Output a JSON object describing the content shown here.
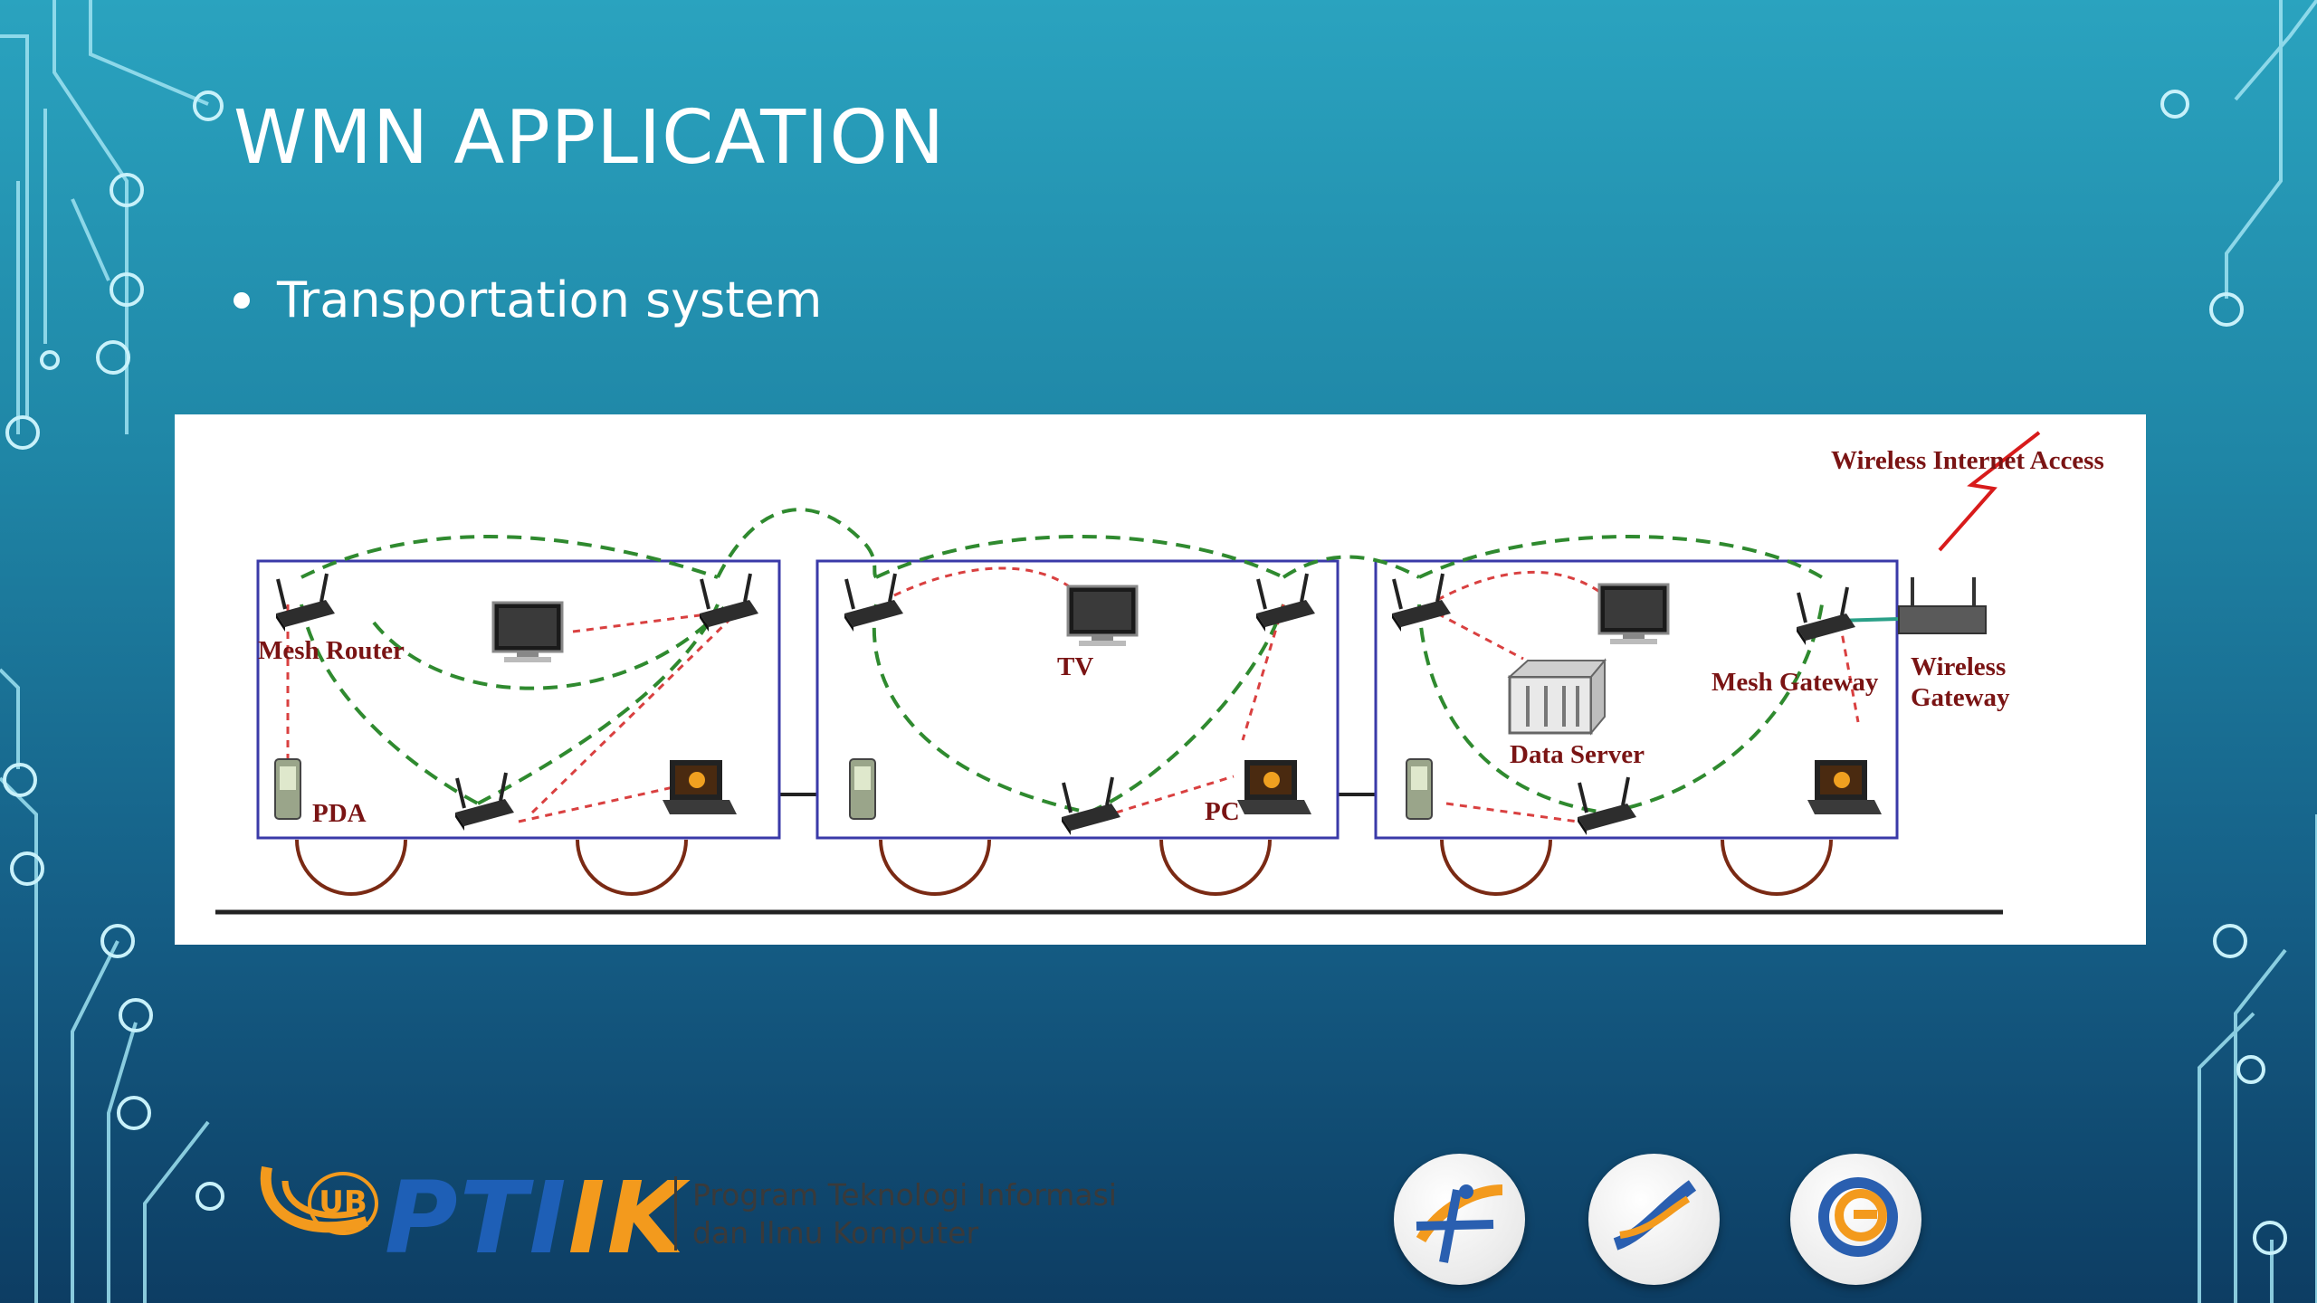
{
  "slide": {
    "title": "WMN APPLICATION",
    "bullet": "Transportation system"
  },
  "diagram": {
    "labels": {
      "mesh_router": "Mesh Router",
      "pda": "PDA",
      "tv": "TV",
      "pc": "PC",
      "data_server": "Data Server",
      "mesh_gateway": "Mesh Gateway",
      "wireless_gateway_1": "Wireless",
      "wireless_gateway_2": "Gateway",
      "wireless_internet_access": "Wireless Internet Access"
    },
    "colors": {
      "car_border": "#3a3aa8",
      "mesh_link": "#2f8a2f",
      "device_link": "#d94040",
      "label": "#7a1414"
    }
  },
  "footer": {
    "logo_badge": "UB",
    "logo_word_a": "PTI",
    "logo_word_b": "IK",
    "org_line1": "Program Teknologi Informasi",
    "org_line2": "dan Ilmu Komputer",
    "dept_badges": [
      "informatika-logo",
      "sistem-informasi-logo",
      "teknik-komputer-logo"
    ]
  }
}
